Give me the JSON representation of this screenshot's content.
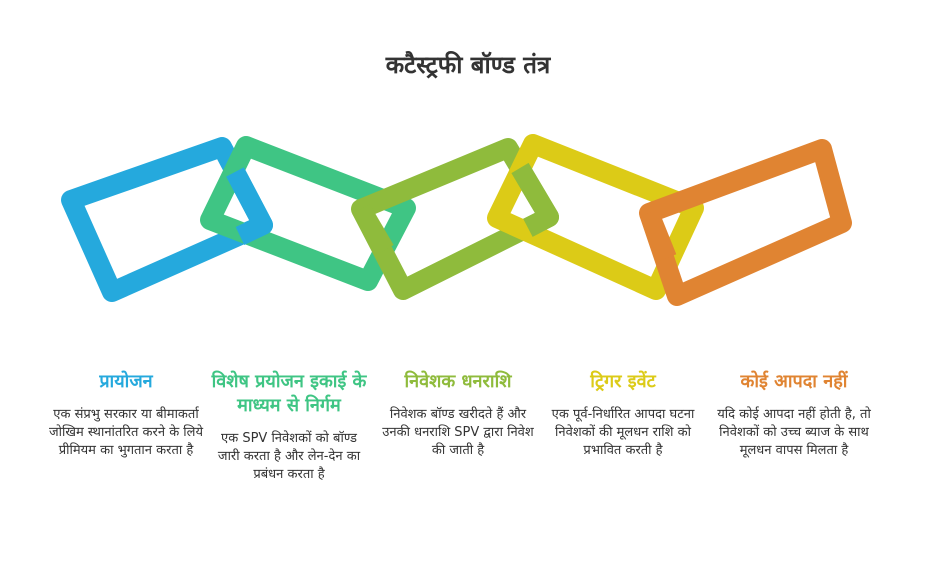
{
  "title": "कटैस्ट्रफी बॉण्ड तंत्र",
  "colors": {
    "blue": "#25A9DD",
    "green": "#3FC584",
    "olive": "#8FBB3C",
    "yellow": "#DCCB17",
    "orange": "#E08432",
    "text": "#333333"
  },
  "steps": [
    {
      "heading": "प्रायोजन",
      "description": "एक संप्रभु सरकार या बीमाकर्ता जोखिम स्थानांतरित करने के लिये प्रीमियम का भुगतान करता है",
      "color": "#25A9DD"
    },
    {
      "heading": "विशेष प्रयोजन इकाई के माध्यम से निर्गम",
      "description": "एक SPV निवेशकों को बॉण्ड जारी करता है और लेन-देन का प्रबंधन करता है",
      "color": "#3FC584"
    },
    {
      "heading": "निवेशक धनराशि",
      "description": "निवेशक बॉण्ड खरीदते हैं और उनकी धनराशि SPV द्वारा निवेश की जाती है",
      "color": "#8FBB3C"
    },
    {
      "heading": "ट्रिगर इवेंट",
      "description": "एक पूर्व-निर्धारित आपदा घटना निवेशकों की मूलधन राशि को प्रभावित करती है",
      "color": "#DCCB17"
    },
    {
      "heading": "कोई आपदा नहीं",
      "description": "यदि कोई आपदा नहीं होती है, तो निवेशकों को उच्च ब्याज के साथ मूलधन वापस मिलता है",
      "color": "#E08432"
    }
  ]
}
